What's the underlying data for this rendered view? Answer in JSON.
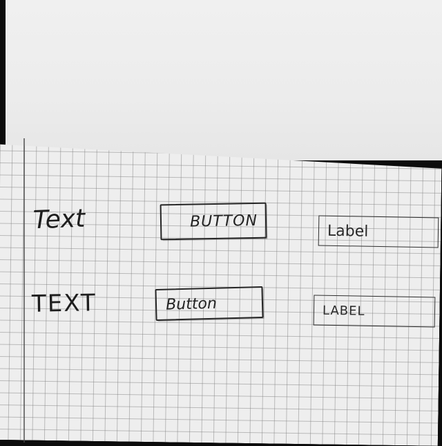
{
  "sketch": {
    "row1": {
      "text": "Text",
      "button": "BUTTON",
      "label": "Label"
    },
    "row2": {
      "text": "TEXT",
      "button": "Button",
      "label": "LABEL"
    }
  }
}
